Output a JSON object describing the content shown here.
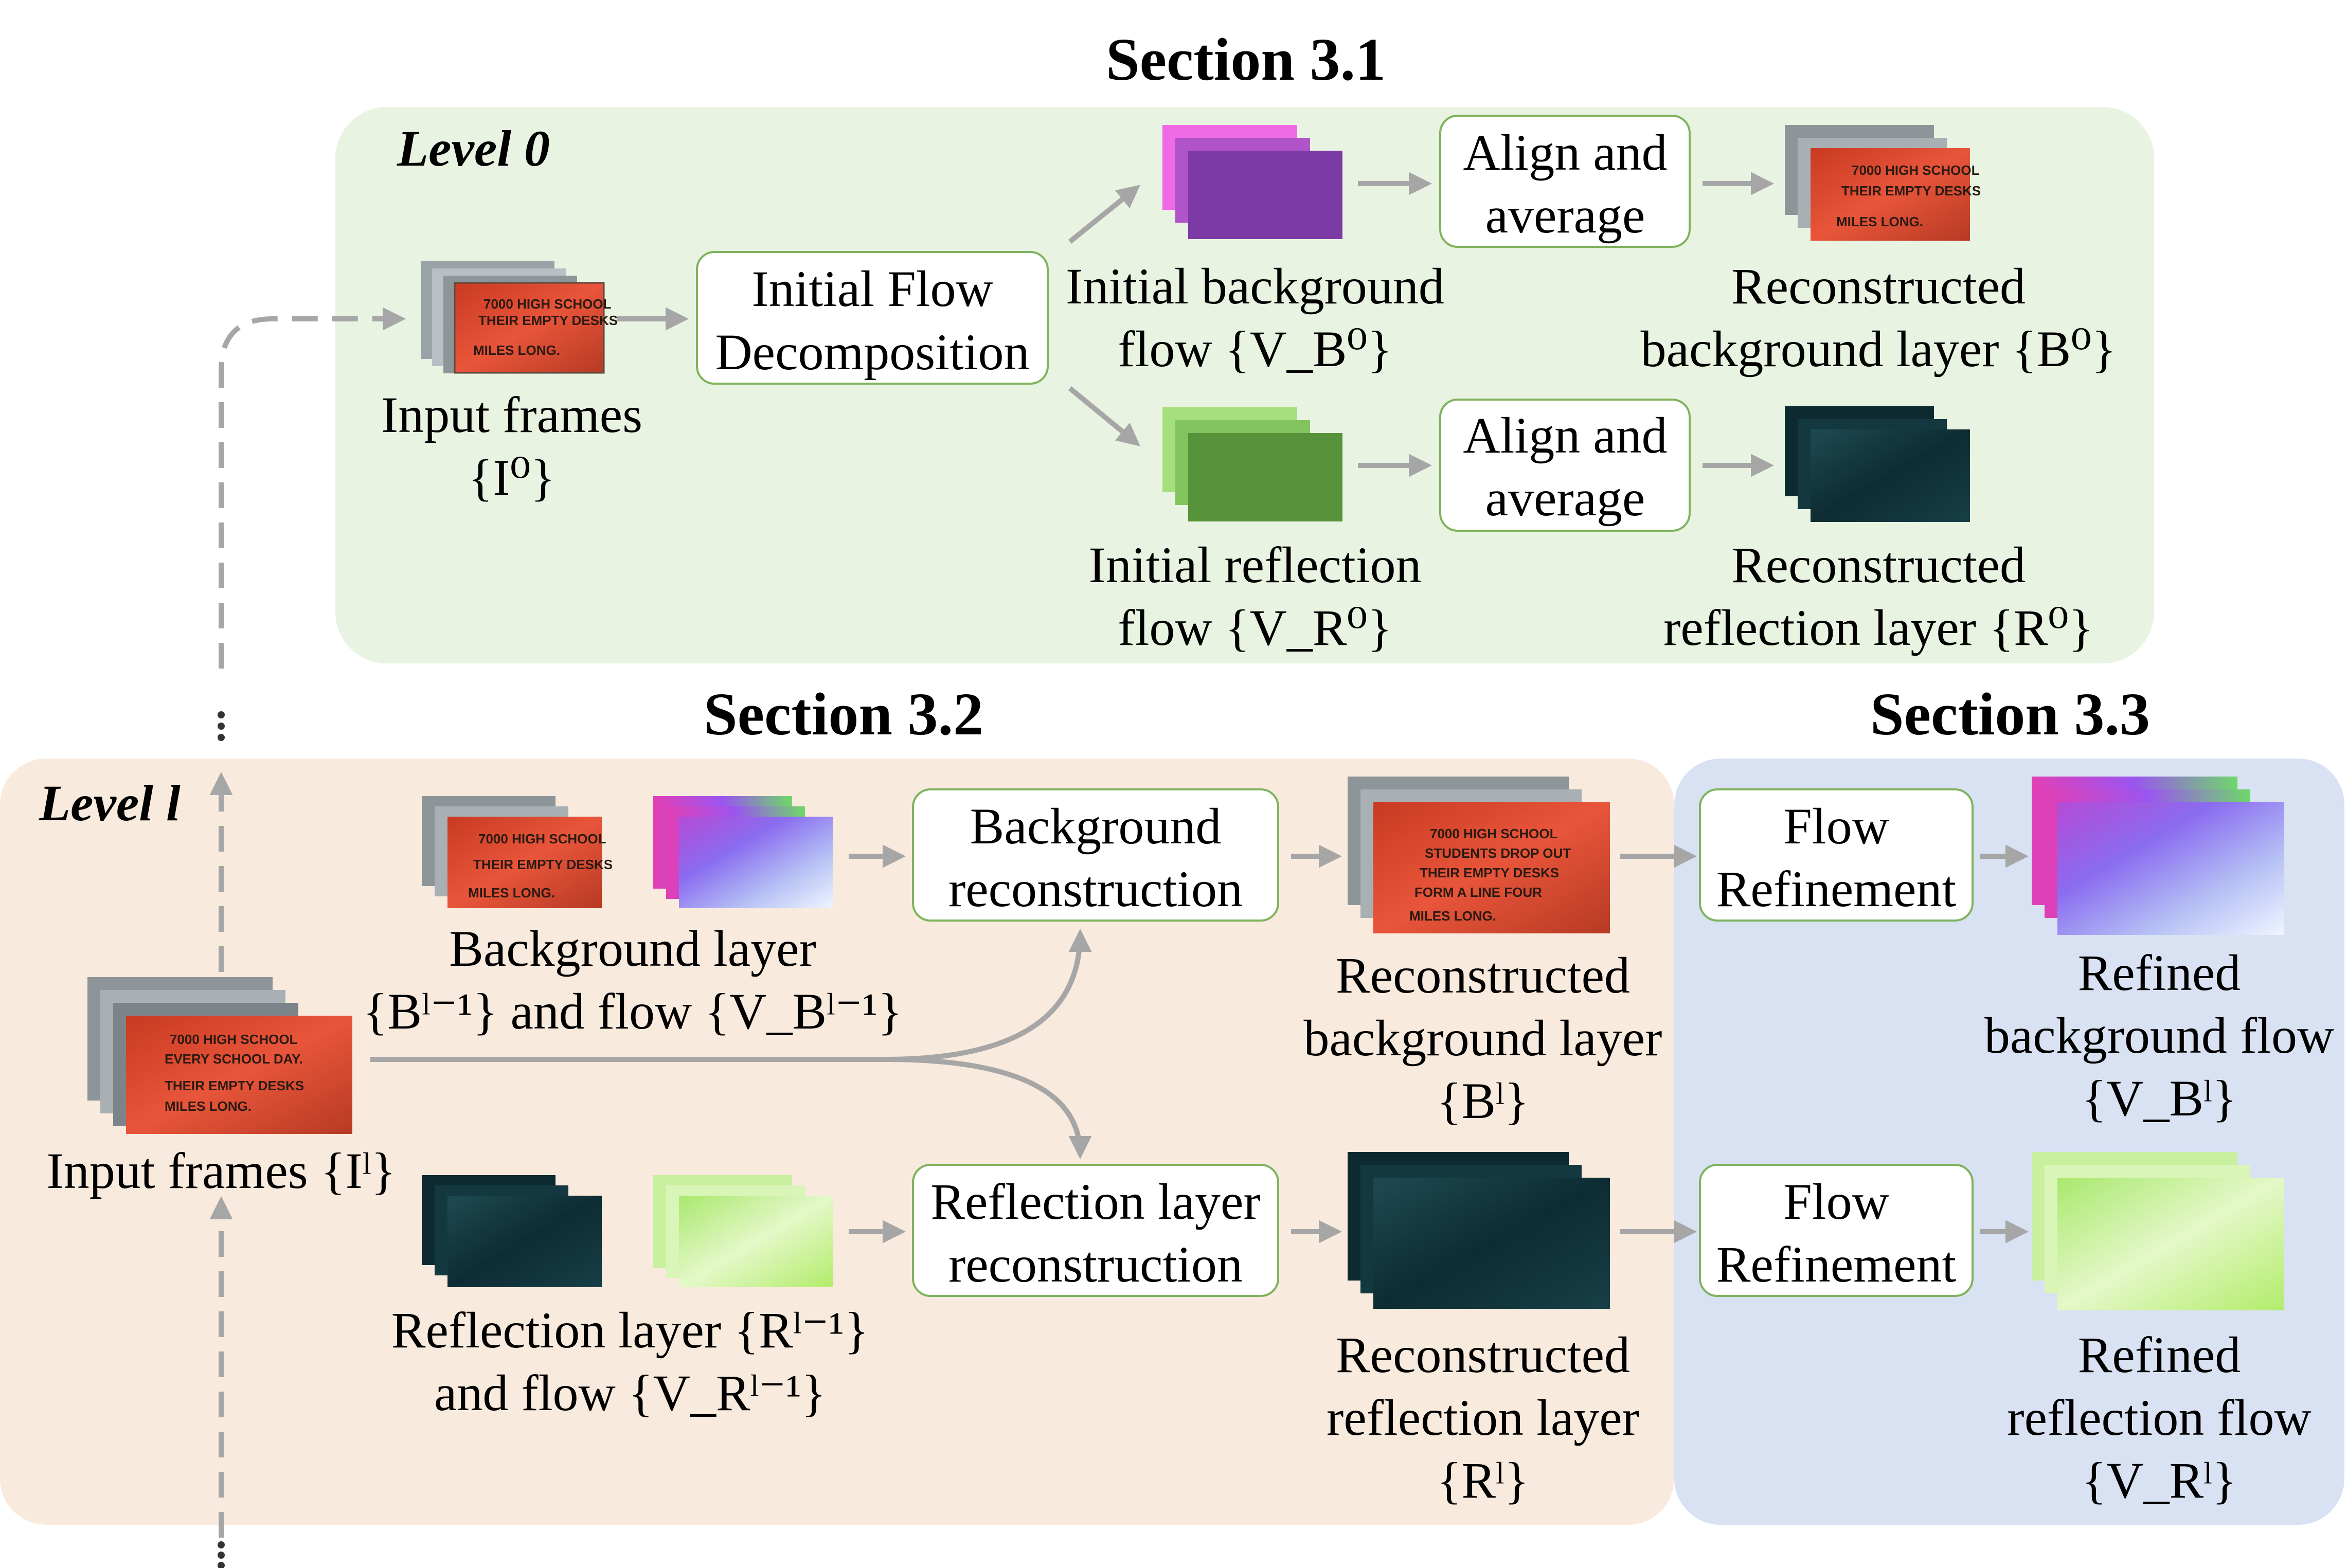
{
  "sections": {
    "s31": "Section 3.1",
    "s32": "Section 3.2",
    "s33": "Section 3.3"
  },
  "levels": {
    "level0": "Level 0",
    "levell": "Level l"
  },
  "level0": {
    "input_frames": {
      "line1": "Input frames",
      "line2": "{I⁰}"
    },
    "init_decomp_box": {
      "line1": "Initial Flow",
      "line2": "Decomposition"
    },
    "bg_flow": {
      "line1": "Initial background",
      "line2": "flow {V_B⁰}"
    },
    "refl_flow": {
      "line1": "Initial reflection",
      "line2": "flow {V_R⁰}"
    },
    "align_box_top": {
      "line1": "Align and",
      "line2": "average"
    },
    "align_box_bottom": {
      "line1": "Align and",
      "line2": "average"
    },
    "recon_bg": {
      "line1": "Reconstructed",
      "line2": "background layer {B⁰}"
    },
    "recon_refl": {
      "line1": "Reconstructed",
      "line2": "reflection layer {R⁰}"
    }
  },
  "levell": {
    "input_frames": "Input frames {Iˡ}",
    "bg_layer_flow": {
      "line1": "Background layer",
      "line2": "{Bˡ⁻¹}  and flow {V_Bˡ⁻¹}"
    },
    "refl_layer_flow": {
      "line1": "Reflection layer {Rˡ⁻¹}",
      "line2": "and flow {V_Rˡ⁻¹}"
    },
    "bg_recon_box": {
      "line1": "Background",
      "line2": "reconstruction"
    },
    "refl_recon_box": {
      "line1": "Reflection layer",
      "line2": "reconstruction"
    },
    "recon_bg": {
      "line1": "Reconstructed",
      "line2": "background layer",
      "line3": "{Bˡ}"
    },
    "recon_refl": {
      "line1": "Reconstructed",
      "line2": "reflection layer",
      "line3": "{Rˡ}"
    }
  },
  "section33": {
    "flow_ref_top": {
      "line1": "Flow",
      "line2": "Refinement"
    },
    "flow_ref_bottom": {
      "line1": "Flow",
      "line2": "Refinement"
    },
    "refined_bg": {
      "line1": "Refined",
      "line2": "background flow",
      "line3": "{V_Bˡ}"
    },
    "refined_refl": {
      "line1": "Refined",
      "line2": "reflection flow",
      "line3": "{V_Rˡ}"
    }
  },
  "frame_texts": [
    "7000 HIGH SCHOOL",
    "STUDENTS DROP OUT",
    "EVERY SCHOOL DAY.",
    "THEIR EMPTY DESKS",
    "FORM A LINE FOUR",
    "MILES LONG."
  ],
  "colors": {
    "green_panel": "#e9f3e1",
    "peach_panel": "#f8eadd",
    "blue_panel": "#d9e2f2",
    "box_border": "#7fb35d",
    "arrow": "#a6a6a6",
    "red_frame": "#d9472b",
    "teal_frame": "#10323a",
    "purple_flow": "#7b3aa6",
    "green_flow": "#57933a"
  }
}
